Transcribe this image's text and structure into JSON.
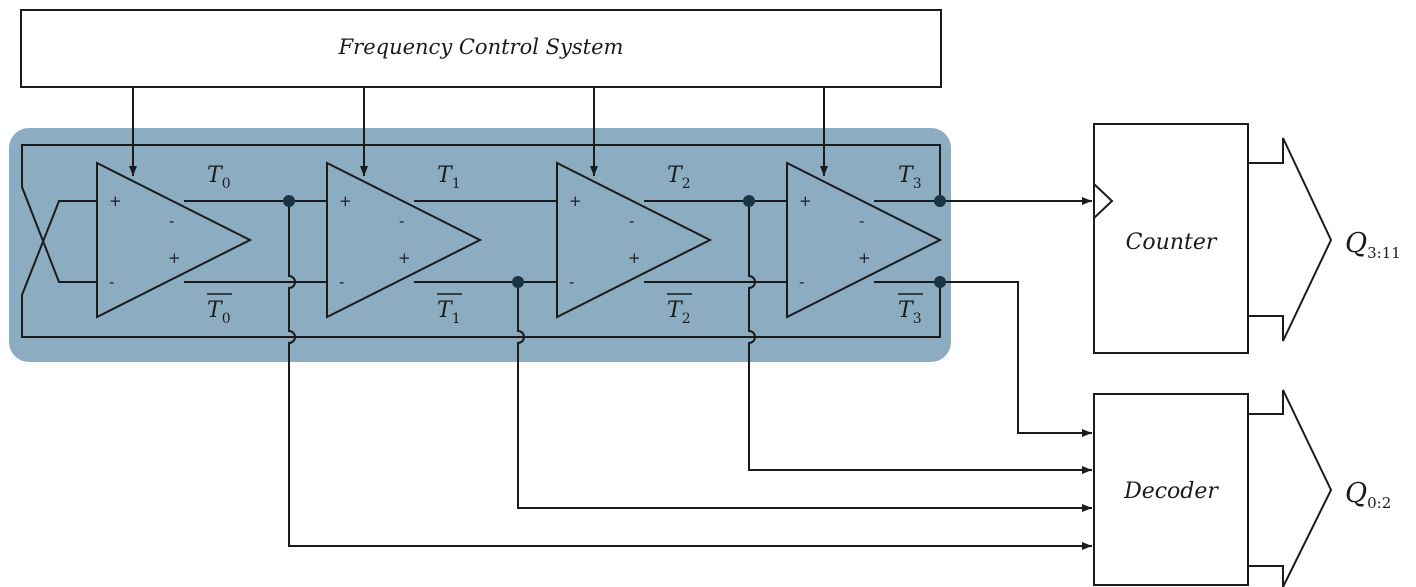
{
  "colors": {
    "ring_highlight": "#6f99b1",
    "line": "#1b1b1b",
    "junction": "#1a3446"
  },
  "frequency_control": {
    "label": "Frequency Control System"
  },
  "stages": [
    {
      "out": {
        "main": "T",
        "sub": "0"
      },
      "outbar": {
        "main": "T",
        "sub": "0"
      }
    },
    {
      "out": {
        "main": "T",
        "sub": "1"
      },
      "outbar": {
        "main": "T",
        "sub": "1"
      }
    },
    {
      "out": {
        "main": "T",
        "sub": "2"
      },
      "outbar": {
        "main": "T",
        "sub": "2"
      }
    },
    {
      "out": {
        "main": "T",
        "sub": "3"
      },
      "outbar": {
        "main": "T",
        "sub": "3"
      }
    }
  ],
  "amp_signs": {
    "plus": "+",
    "minus": "-"
  },
  "counter": {
    "label": "Counter",
    "output": {
      "main": "Q",
      "sub": "3:11"
    }
  },
  "decoder": {
    "label": "Decoder",
    "output": {
      "main": "Q",
      "sub": "0:2"
    }
  }
}
